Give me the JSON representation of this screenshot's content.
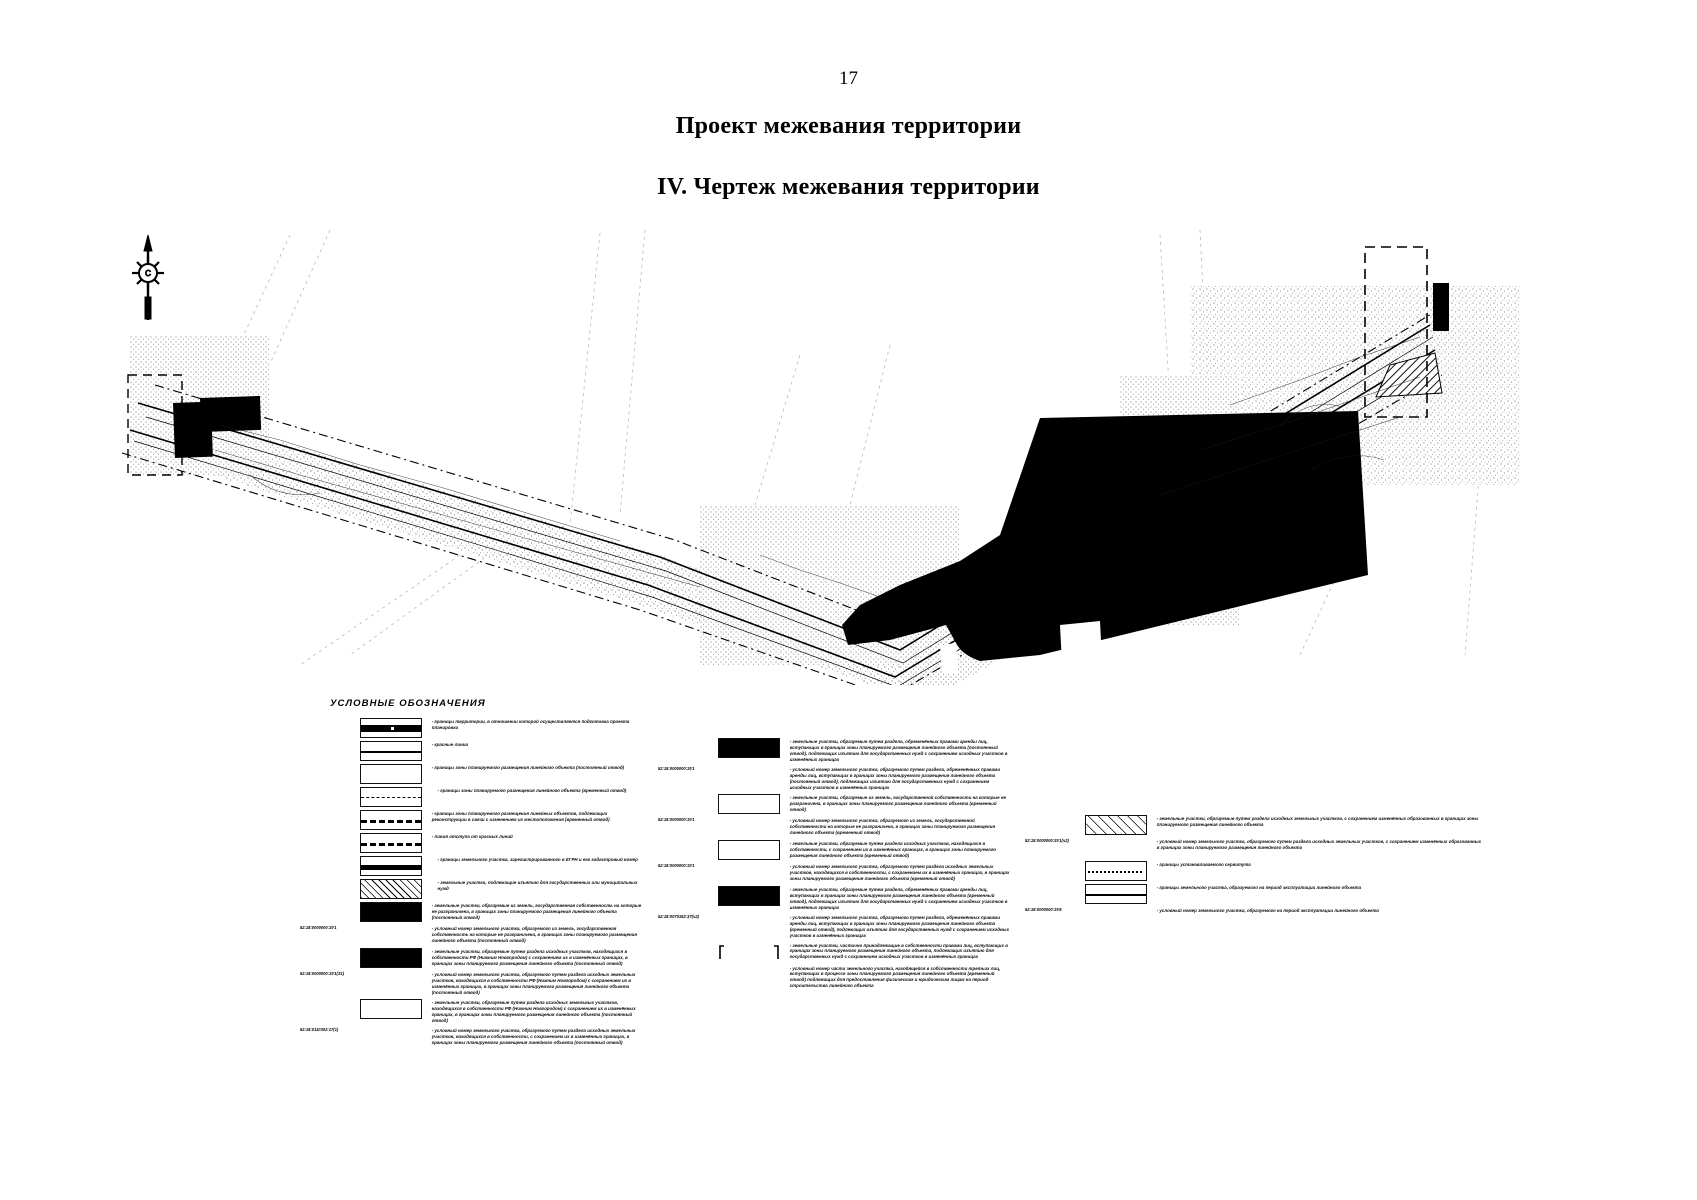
{
  "document": {
    "page_number": "17",
    "title": "Проект межевания территории",
    "subtitle": "IV. Чертеж межевания территории"
  },
  "map": {
    "north_arrow_label": "С",
    "description": "Растровый чертёж межевания линейного объекта (коридор трассы)"
  },
  "legend": {
    "title": "УСЛОВНЫЕ ОБОЗНАЧЕНИЯ",
    "columns": [
      {
        "items": [
          {
            "symbol": "thick-black-band-with-gap",
            "code": "",
            "text": "- границы территории, в отношении которой осуществляется подготовка проекта планировки"
          },
          {
            "symbol": "double-thin-line",
            "code": "",
            "text": "- красные линии"
          },
          {
            "symbol": "empty-box",
            "code": "",
            "text": "- границы зоны планируемого размещения линейного объекта (постоянный отвод)"
          },
          {
            "symbol": "dash-dot-line",
            "code": "",
            "text": "- границы зоны планируемого размещения линейного объекта (временный отвод)"
          },
          {
            "symbol": "long-dash-line",
            "code": "",
            "text": "- границы зоны планируемого размещения линейных объектов, подлежащих реконструкции в связи с изменением их местоположения (временный отвод)"
          },
          {
            "symbol": "dashed-line",
            "code": "",
            "text": "- линия отступа от красных линий"
          },
          {
            "symbol": "thick-dotted-bar",
            "code": "",
            "text": "- границы земельного участка, зарегистрированного в ЕГРН и его кадастровый номер"
          },
          {
            "symbol": "hatched-box",
            "code": "",
            "text": "- земельные участки, подлежащие изъятию для государственных или муниципальных нужд"
          },
          {
            "symbol": "solid-black-box",
            "code": "",
            "text": "- земельные участки, образуемые из земель, государственная собственность на которые не разграничена, в границах зоны планируемого размещения линейного объекта (постоянный отвод)"
          },
          {
            "symbol": "none",
            "code": "52:18:0000000:ЗУ1",
            "text": "- условный номер земельного участка, образуемого из земель, государственная собственность на которые не разграничена, в границах зоны планируемого размещения линейного объекта (постоянный отвод)"
          },
          {
            "symbol": "solid-black-box",
            "code": "",
            "text": "- земельные участки, образуемые путем раздела исходных участков, находящихся в собственности РФ (Нижним Новгородом) с сохранением их в изменённых границах, в границах зоны планируемого размещения линейного объекта (постоянный отвод)"
          },
          {
            "symbol": "none",
            "code": "52:18:0000000:ЗУ1(З1)",
            "text": "- условный номер земельного участка, образуемого путем раздела исходных земельных участков, находящихся в собственности РФ (Нижним Новгородом) с сохранением их в изменённых границах, в границах зоны планируемого размещения линейного объекта (постоянный отвод)"
          },
          {
            "symbol": "empty-box",
            "code": "",
            "text": "- земельные участки, образуемые путем раздела исходных земельных участков, находящихся в собственности РФ (Нижним Новгородом) с сохранением их в изменённых границах, в границах зоны планируемого размещения линейного объекта (постоянный отвод)"
          },
          {
            "symbol": "none",
            "code": "52:18:0110302:17(1)",
            "text": "- условный номер земельного участка, образуемого путем раздела исходных земельных участков, находящихся в собственности, с сохранением их в изменённых границах, в границах зоны планируемого размещения линейного объекта (постоянный отвод)"
          }
        ]
      },
      {
        "items": [
          {
            "symbol": "solid-black-box",
            "code": "",
            "text": "- земельные участки, образуемые путем раздела, обременённых правами аренды лиц, вступающих в границах зоны планируемого размещения линейного объекта (постоянный отвод), подлежащих изъятию для государственных нужд с сохранением исходных участков в изменённых границах"
          },
          {
            "symbol": "none",
            "code": "52:18:0000000:ЗУ1",
            "text": "- условный номер земельного участка, образуемого путем раздела, обременённых правами аренды лиц, вступающих в границах зоны планируемого размещения линейного объекта (постоянный отвод), подлежащих изъятию для государственных нужд с сохранением исходных участков в изменённых границах"
          },
          {
            "symbol": "empty-box",
            "code": "",
            "text": "- земельные участки, образуемые из земель, государственной собственности на которые не разграничена, в границах зоны планируемого размещения линейного объекта (временный отвод)"
          },
          {
            "symbol": "none",
            "code": "52:18:0000000:ЗУ1",
            "text": "- условный номер земельного участка, образуемого из земель, государственной собственности на которые не разграничена, в границах зоны планируемого размещения линейного объекта (временный отвод)"
          },
          {
            "symbol": "empty-box",
            "code": "",
            "text": "- земельные участки, образуемые путем раздела исходных участков, находящихся в собственности, с сохранением их в изменённых границах, в границах зоны планируемого размещения линейного объекта (временный отвод)"
          },
          {
            "symbol": "none",
            "code": "52:18:0000000:ЗУ1",
            "text": "- условный номер земельного участка, образуемого путем раздела исходных земельных участков, находящихся в собственности, с сохранением их в изменённых границах, в границах зоны планируемого размещения линейного объекта (временный отвод)"
          },
          {
            "symbol": "solid-black-box",
            "code": "",
            "text": "- земельные участки, образуемые путем раздела, обременённых правами аренды лиц, вступающих в границах зоны планируемого размещения линейного объекта (временный отвод), подлежащих изъятию для государственных нужд с сохранением исходных участков в изменённых границах"
          },
          {
            "symbol": "none",
            "code": "52:18:0070162:37(ч2)",
            "text": "- условный номер земельного участка, образуемого путем раздела, обременённых правами аренды лиц, вступающих в границах зоны планируемого размещения линейного объекта (временный отвод), подлежащих изъятию для государственных нужд с сохранением исходных участков в изменённых границах"
          },
          {
            "symbol": "corner-brackets",
            "code": "",
            "text": "- земельные участки, частично принадлежащие в собственности правами лиц, вступающих в границах зоны планируемого размещения линейного объекта, подлежащих изъятию для государственных нужд с сохранением исходных участков в изменённых границах"
          },
          {
            "symbol": "none",
            "code": "",
            "text": "- условный номер части земельного участка, находящейся в собственности третьих лиц, вступающих в процессе зоны планируемого размещения линейного объекта (временный отвод) подлежащих для предоставления физическим и юридическим лицам на период строительства линейного объекта"
          }
        ]
      },
      {
        "items": [
          {
            "symbol": "sparse-hatched-box",
            "code": "",
            "text": "- земельные участки, образуемые путем раздела исходных земельных участков, с сохранением изменённых образованных в границах зоны планируемого размещения линейного объекта"
          },
          {
            "symbol": "none",
            "code": "52:18:0000000:ЗУ1(ч2)",
            "text": "- условный номер земельного участка, образуемого путем раздела исходных земельных участков, с сохранением изменённых образованных в границах зоны планируемого размещения линейного объекта"
          },
          {
            "symbol": "dotted-center-line",
            "code": "",
            "text": "- границы устанавливаемого сервитута"
          },
          {
            "symbol": "double-thin-line",
            "code": "",
            "text": "- границы земельного участка, образуемого на период эксплуатации линейного объекта"
          },
          {
            "symbol": "none",
            "code": "52:18:0000000:ЗУ8",
            "text": "- условный номер земельного участка, образуемого на период эксплуатации линейного объекта"
          }
        ]
      }
    ]
  }
}
